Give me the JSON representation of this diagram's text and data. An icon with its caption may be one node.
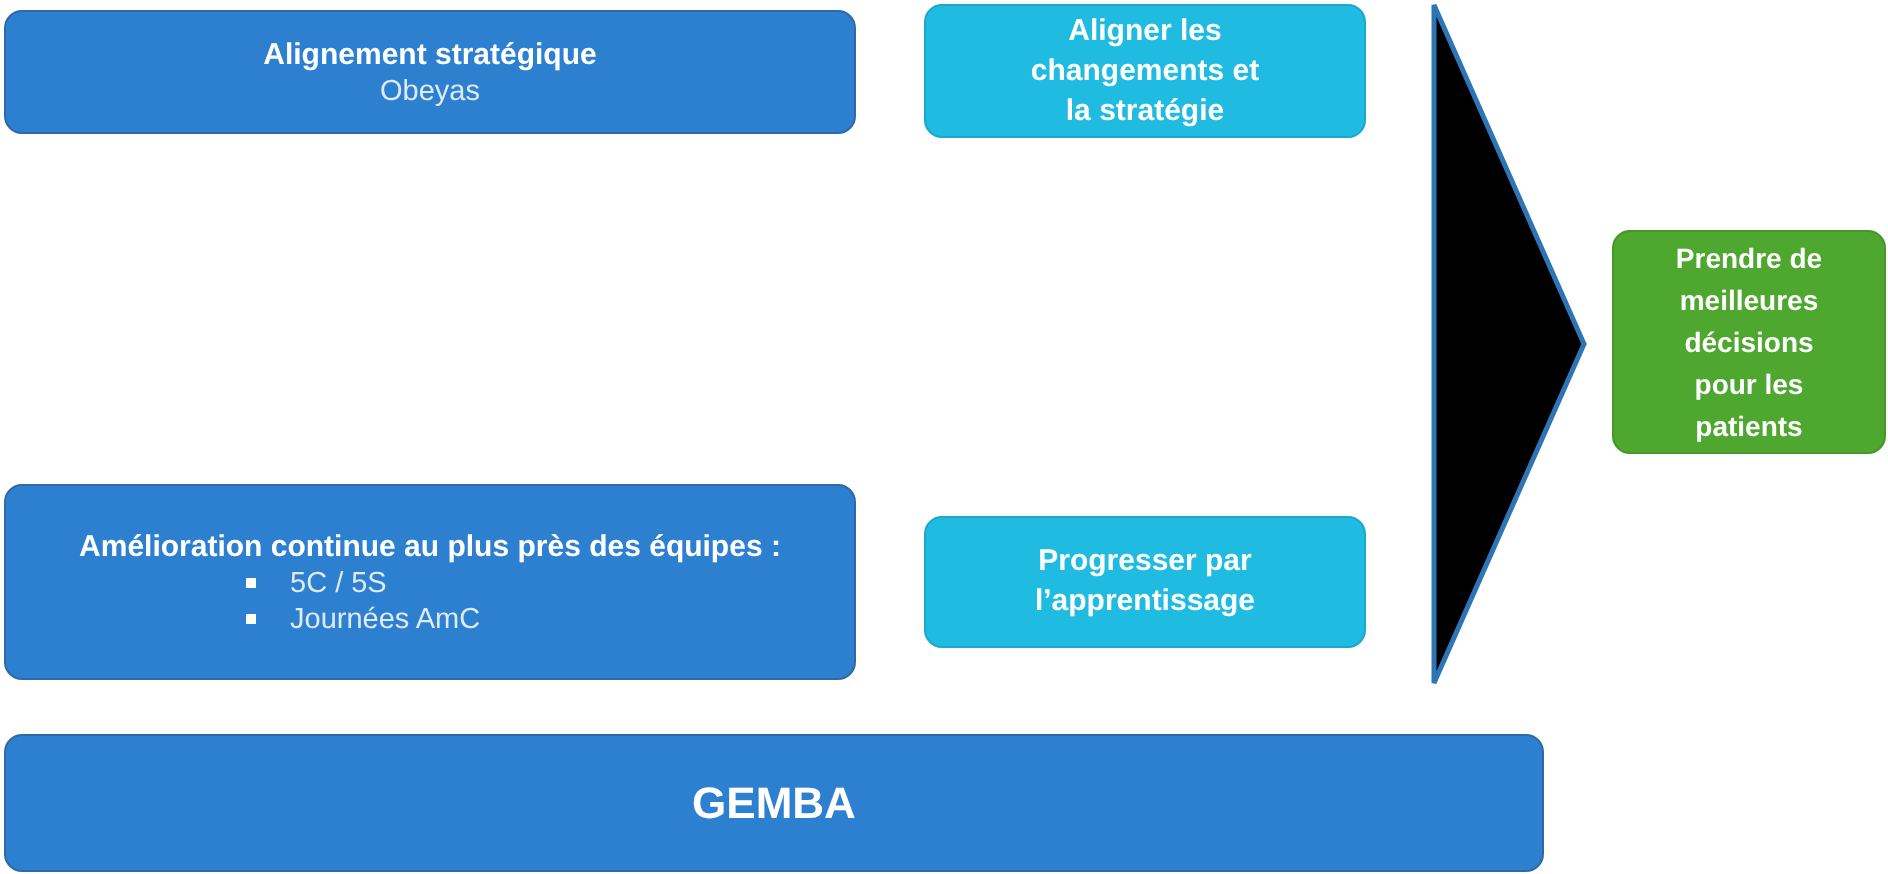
{
  "diagram": {
    "nodes": [
      {
        "text": [
          "Alignement stratégique",
          "Obeyas"
        ]
      },
      {
        "text": [
          "Aligner les changements et la stratégie"
        ]
      },
      {
        "text": [],
        "shape": "triangle"
      },
      {
        "text": [
          "Prendre de meilleures décisions pour les patients"
        ]
      },
      {
        "text": [
          "Amélioration continue au plus près des équipes :",
          "5C / 5S",
          "Journées AmC"
        ]
      },
      {
        "text": [
          "Progresser par l’apprentissage"
        ]
      },
      {
        "text": [
          "GEMBA"
        ]
      }
    ]
  }
}
